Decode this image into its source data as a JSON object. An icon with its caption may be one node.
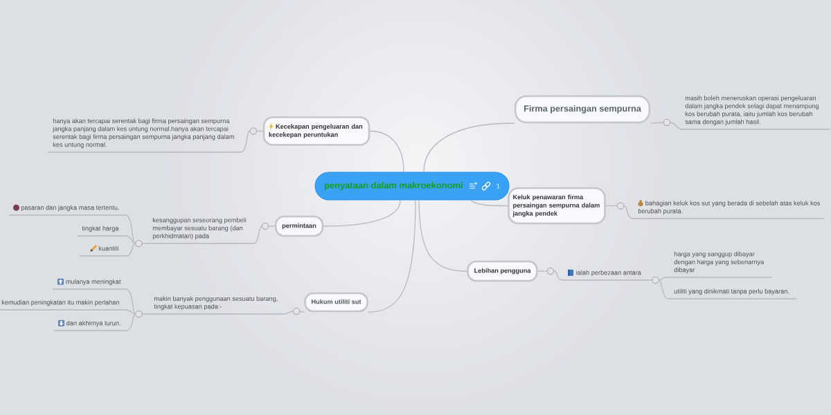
{
  "diagram": {
    "nodes": [
      {
        "text": [
          "penyataan dalam makroekonomi",
          "1"
        ]
      },
      {
        "text": [
          "Firma persaingan sempurna"
        ]
      },
      {
        "text": [
          "masih boleh meneruskan operasi pengeluaran dalam jangka pendek selagi dapat menampung kos berubah purata, iaitu jumlah kos berubah sama dengan jumlah hasil."
        ]
      },
      {
        "text": [
          "Keluk penawaran firma persaingan sempurna dalam jangka pendek"
        ]
      },
      {
        "text": [
          "bahagian keluk kos sut yang berada di sebelah atas keluk kos berubah purata."
        ]
      },
      {
        "text": [
          "Lebihan pengguna"
        ]
      },
      {
        "text": [
          "ialah perbezaan antara"
        ]
      },
      {
        "text": [
          "harga yang sanggup dibayar dengan harga yang sebenarnya dibayar"
        ]
      },
      {
        "text": [
          "utiliti yang dinikmati tanpa perlu bayaran."
        ]
      },
      {
        "text": [
          "Kecekapan pengeluaran dan kecekepan peruntukan"
        ]
      },
      {
        "text": [
          "hanya akan tercapai serentak bagi firma persaingan sempurna jangka panjang dalam kes untung normal.hanya akan tercapai serentak bagi firma persaingan sempurna jangka panjang dalam kes untung normal."
        ]
      },
      {
        "text": [
          "permintaan"
        ]
      },
      {
        "text": [
          "kesanggupan seseorang pembeli membayar sesuatu barang (dan perkhidmatan) pada"
        ]
      },
      {
        "text": [
          "pasaran dan jangka masa tertentu."
        ]
      },
      {
        "text": [
          "tingkat harga"
        ]
      },
      {
        "text": [
          "kuantiti"
        ]
      },
      {
        "text": [
          "Hukum utiliti sut"
        ]
      },
      {
        "text": [
          "makin banyak penggunaan sesuatu barang, tingkat kepuasan pada:-"
        ]
      },
      {
        "text": [
          "mulanya meningkat"
        ]
      },
      {
        "text": [
          "kemudian peningkatan itu makin perlahan"
        ]
      },
      {
        "text": [
          "dan akhirnya turun."
        ]
      }
    ],
    "edges": [
      {
        "from": 0,
        "to": 1,
        "arrow": "none"
      },
      {
        "from": 1,
        "to": 2,
        "arrow": "none"
      },
      {
        "from": 0,
        "to": 3,
        "arrow": "none"
      },
      {
        "from": 3,
        "to": 4,
        "arrow": "none"
      },
      {
        "from": 0,
        "to": 5,
        "arrow": "none"
      },
      {
        "from": 5,
        "to": 6,
        "arrow": "none"
      },
      {
        "from": 6,
        "to": 7,
        "arrow": "none"
      },
      {
        "from": 6,
        "to": 8,
        "arrow": "none"
      },
      {
        "from": 0,
        "to": 9,
        "arrow": "none"
      },
      {
        "from": 9,
        "to": 10,
        "arrow": "none"
      },
      {
        "from": 0,
        "to": 11,
        "arrow": "none"
      },
      {
        "from": 11,
        "to": 12,
        "arrow": "none"
      },
      {
        "from": 12,
        "to": 13,
        "arrow": "none"
      },
      {
        "from": 12,
        "to": 14,
        "arrow": "none"
      },
      {
        "from": 12,
        "to": 15,
        "arrow": "none"
      },
      {
        "from": 0,
        "to": 16,
        "arrow": "none"
      },
      {
        "from": 16,
        "to": 17,
        "arrow": "none"
      },
      {
        "from": 17,
        "to": 18,
        "arrow": "none"
      },
      {
        "from": 17,
        "to": 19,
        "arrow": "none"
      },
      {
        "from": 17,
        "to": 20,
        "arrow": "none"
      }
    ]
  }
}
